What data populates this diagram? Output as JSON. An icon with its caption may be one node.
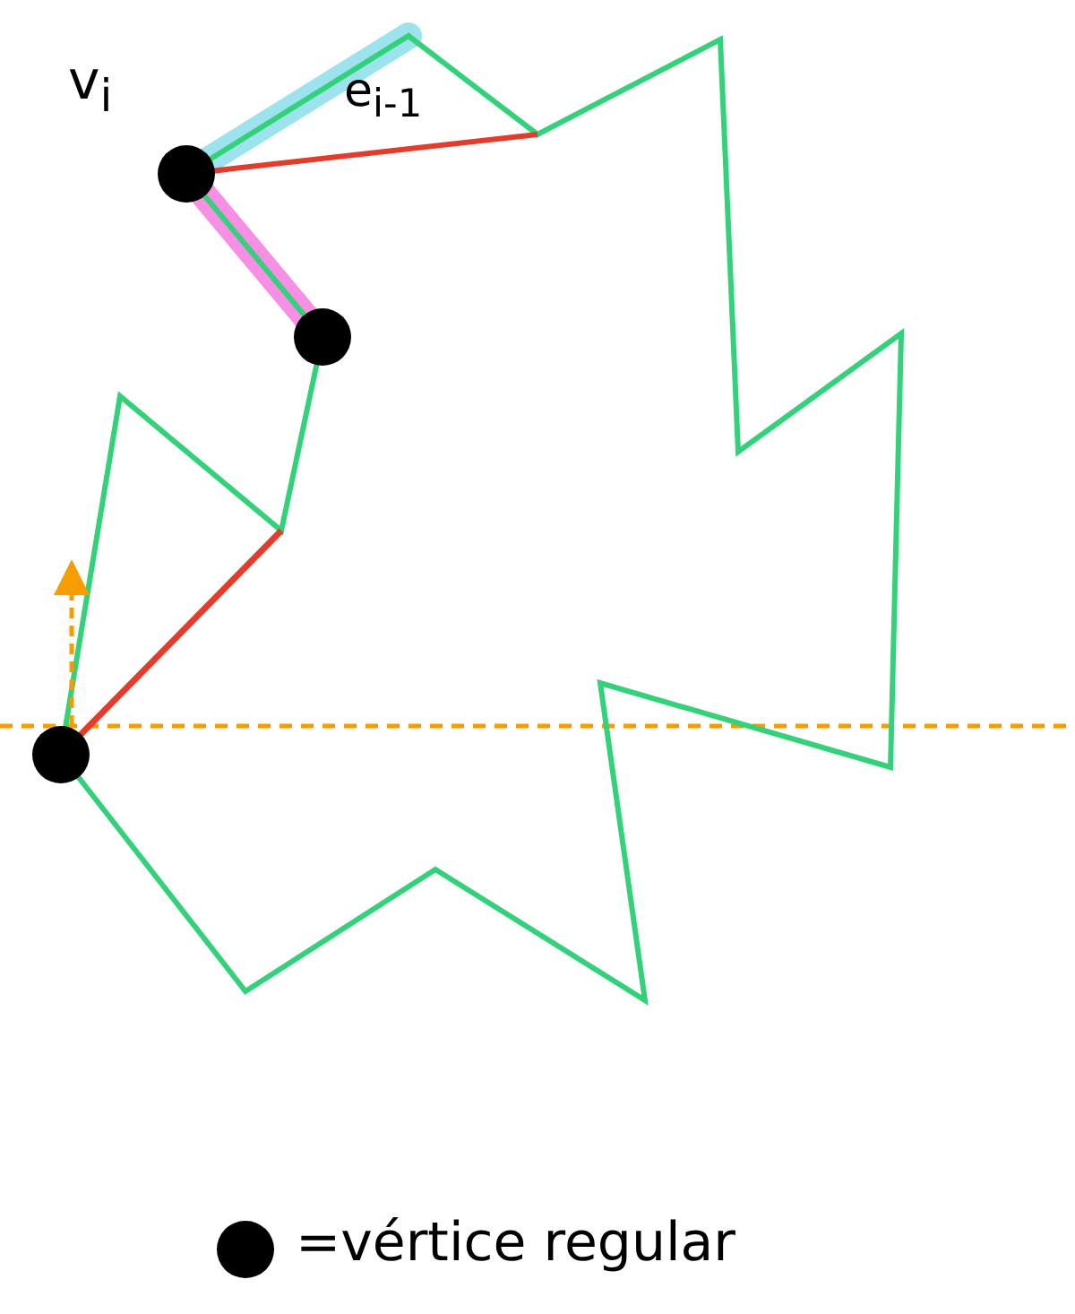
{
  "diagram": {
    "labels": [
      "v$_{i}$",
      "e$_{i-1}$"
    ],
    "legend": [
      {
        "text": "=vértice regular"
      }
    ]
  }
}
